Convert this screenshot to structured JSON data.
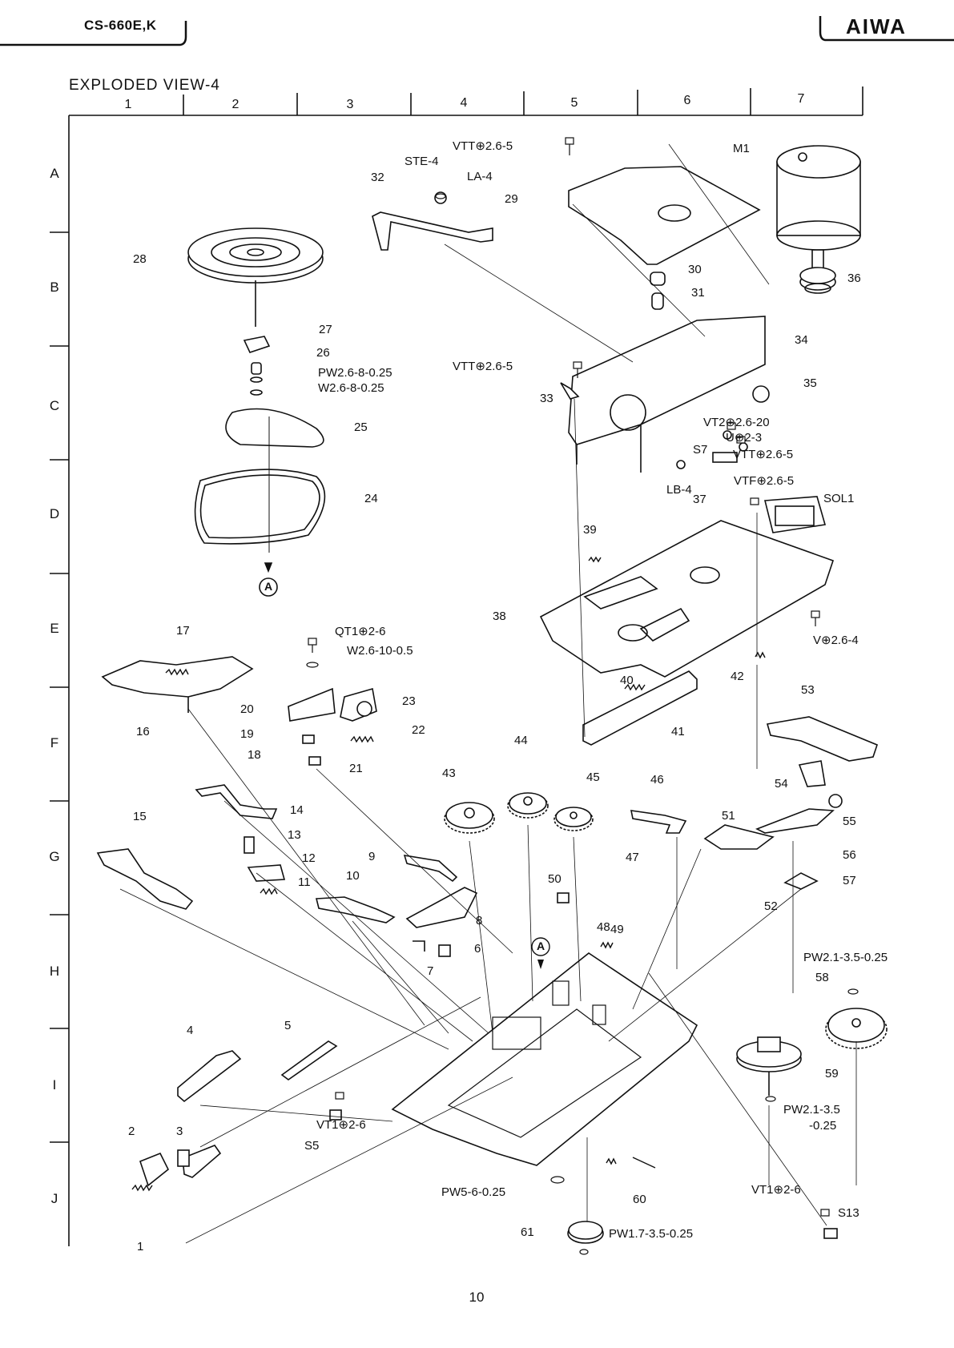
{
  "header": {
    "model": "CS-660E,K",
    "brand": "AIWA"
  },
  "title": "EXPLODED VIEW-4",
  "grid": {
    "columns": [
      "1",
      "2",
      "3",
      "4",
      "5",
      "6",
      "7"
    ],
    "rows": [
      "A",
      "B",
      "C",
      "D",
      "E",
      "F",
      "G",
      "H",
      "I",
      "J"
    ]
  },
  "callouts": [
    "VTT⊕2.6-5",
    "STE-4",
    "LA-4",
    "32",
    "29",
    "M1",
    "28",
    "30",
    "36",
    "31",
    "27",
    "34",
    "26",
    "PW2.6-8-0.25",
    "W2.6-8-0.25",
    "VTT⊕2.6-5",
    "33",
    "35",
    "25",
    "VT2⊕2.6-20",
    "U⊕2-3",
    "S7",
    "VTT⊕2.6-5",
    "LB-4",
    "37",
    "VTF⊕2.6-5",
    "SOL1",
    "24",
    "39",
    "38",
    "17",
    "QT1⊕2-6",
    "W2.6-10-0.5",
    "V⊕2.6-4",
    "42",
    "40",
    "53",
    "20",
    "23",
    "16",
    "22",
    "41",
    "19",
    "21",
    "18",
    "44",
    "43",
    "45",
    "46",
    "54",
    "14",
    "55",
    "15",
    "13",
    "51",
    "12",
    "47",
    "56",
    "9",
    "10",
    "57",
    "11",
    "50",
    "52",
    "8",
    "48",
    "49",
    "6",
    "7",
    "PW2.1-3.5-0.25",
    "58",
    "4",
    "5",
    "59",
    "VT1⊕2-6",
    "PW2.1-3.5",
    "-0.25",
    "S5",
    "2",
    "3",
    "PW5-6-0.25",
    "60",
    "VT1⊕2-6",
    "61",
    "S13",
    "1",
    "PW1.7-3.5-0.25"
  ],
  "ref_marker": "A",
  "page_number": "10"
}
